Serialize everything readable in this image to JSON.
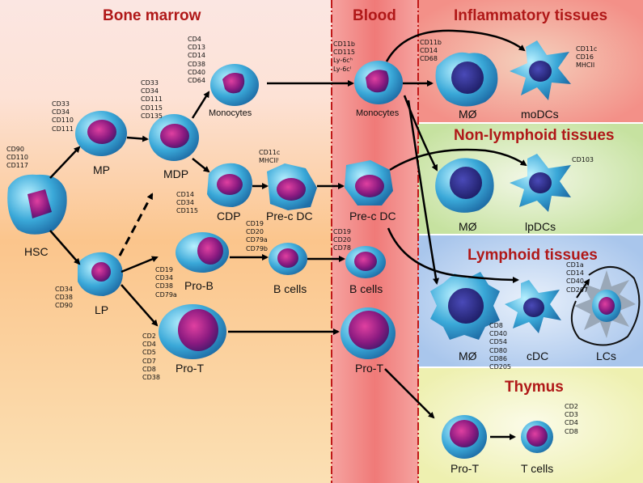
{
  "sections": {
    "bone_marrow": "Bone marrow",
    "blood": "Blood",
    "inflammatory": "Inflammatory tissues",
    "nonlymphoid": "Non-lymphoid tissues",
    "lymphoid": "Lymphoid tissues",
    "thymus": "Thymus"
  },
  "cells": {
    "hsc": "HSC",
    "mp": "MP",
    "lp": "LP",
    "mdp": "MDP",
    "monocytes_bm": "Monocytes",
    "cdp": "CDP",
    "pre_cdc_bm": "Pre-c DC",
    "pro_b": "Pro-B",
    "b_cells_bm": "B cells",
    "pro_t_bm": "Pro-T",
    "monocytes_blood": "Monocytes",
    "pre_cdc_blood": "Pre-c DC",
    "b_cells_blood": "B cells",
    "pro_t_blood": "Pro-T",
    "mo_inflam": "MØ",
    "modcs": "moDCs",
    "mo_nonlymph": "MØ",
    "lpdcs": "lpDCs",
    "mo_lymph": "MØ",
    "cdc": "cDC",
    "lcs": "LCs",
    "pro_t_thymus": "Pro-T",
    "t_cells": "T cells"
  },
  "markers": {
    "hsc": "CD90\nCD110\nCD117",
    "mp": "CD33\nCD34\nCD110\nCD111",
    "mdp": "CD33\nCD34\nCD111\nCD115\nCD135",
    "monocytes_bm": "CD4\nCD13\nCD14\nCD38\nCD40\nCD64",
    "cdp": "CD14\nCD34\nCD115",
    "pre_cdc_bm": "CD11c\nMHCIIˡ",
    "lp": "CD34\nCD38\nCD90",
    "pro_b": "CD19\nCD34\nCD38\nCD79a",
    "b_cells_bm": "CD19\nCD20\nCD79a\nCD79b",
    "pro_t": "CD2\nCD4\nCD5\nCD7\nCD8\nCD38",
    "monocytes_blood": "CD11b\nCD115\nLy-6cʰ\nLy-6cˡ",
    "b_cells_blood": "CD19\nCD20\nCD78",
    "inflam_mo": "CD11b\nCD14\nCD68",
    "modcs": "CD11c\nCD16\nMHCII",
    "lpdcs": "CD103",
    "lymph_mo": "CD8\nCD40\nCD54\nCD80\nCD86\nCD205",
    "lcs": "CD1a\nCD14\nCD40\nCD207",
    "t_cells": "CD2\nCD3\nCD4\nCD8"
  },
  "colors": {
    "title": "#b01818",
    "cell_body": "#38a8d8",
    "nucleus": "#8a1a70",
    "blood_bg": "#f08080"
  }
}
